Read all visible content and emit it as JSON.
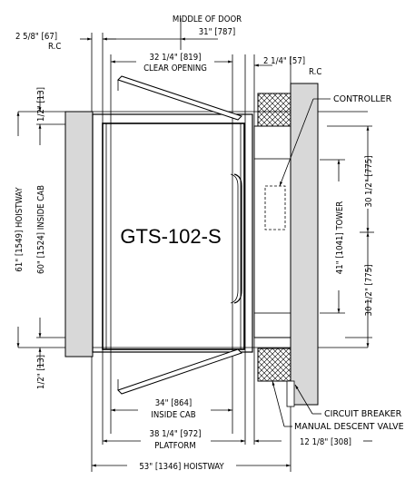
{
  "model": "GTS-102-S",
  "dims": {
    "rc_left": "2 5/8\" [67]",
    "rc_left_label": "R.C",
    "middle_of_door": "MIDDLE OF DOOR",
    "middle_of_door_val": "31\" [787]",
    "clear_opening_val": "32 1/4\" [819]",
    "clear_opening": "CLEAR OPENING",
    "rc_right": "2 1/4\" [57]",
    "rc_right_label": "R.C",
    "top_gap": "1/2\" [13]",
    "bottom_gap": "1/2\" [13]",
    "hoistway_depth": "61\" [1549] HOISTWAY",
    "inside_cab_depth": "60\" [1524] INSIDE CAB",
    "tower_upper": "30 1/2\" [775]",
    "tower": "41\" [1041] TOWER",
    "tower_lower": "30 1/2\" [775]",
    "inside_cab_width_val": "34\" [864]",
    "inside_cab_width": "INSIDE CAB",
    "platform_val": "38 1/4\" [972]",
    "platform": "PLATFORM",
    "right_offset": "12 1/8\" [308]",
    "hoistway_width": "53\" [1346] HOISTWAY"
  },
  "callouts": {
    "controller": "CONTROLLER",
    "circuit_breaker": "CIRCUIT BREAKER",
    "manual_descent_valve": "MANUAL DESCENT VALVE"
  }
}
